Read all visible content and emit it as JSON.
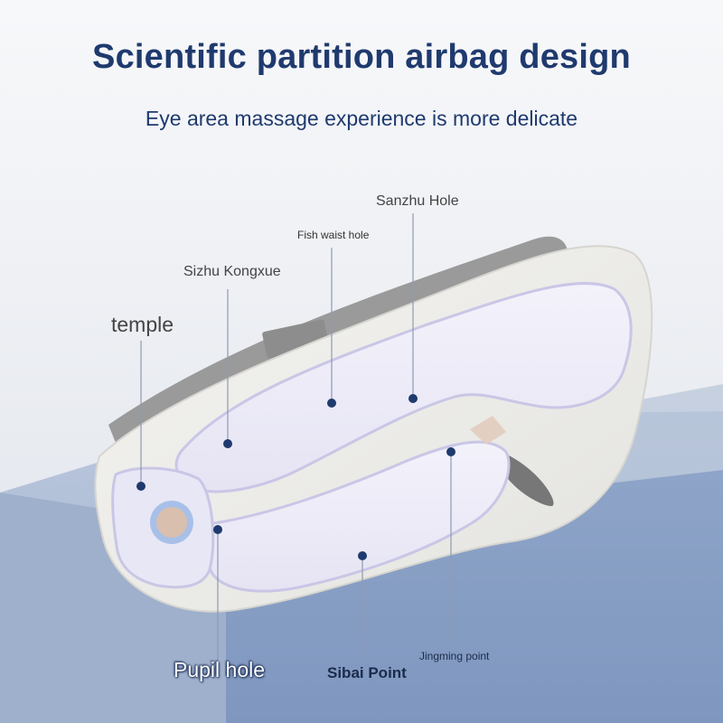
{
  "headline": {
    "title": "Scientific partition airbag design",
    "subtitle": "Eye area massage experience is more delicate"
  },
  "callouts": {
    "temple": "temple",
    "sizhu_kongxue": "Sizhu Kongxue",
    "fish_waist_hole": "Fish waist hole",
    "sanzhu_hole": "Sanzhu Hole",
    "pupil_hole": "Pupil hole",
    "sibai_point": "Sibai Point",
    "jingming_point": "Jingming point"
  },
  "colors": {
    "heading": "#1f3a6e",
    "callout_dot": "#1f3a6e",
    "backdrop_blue": "#8ea4c8"
  }
}
